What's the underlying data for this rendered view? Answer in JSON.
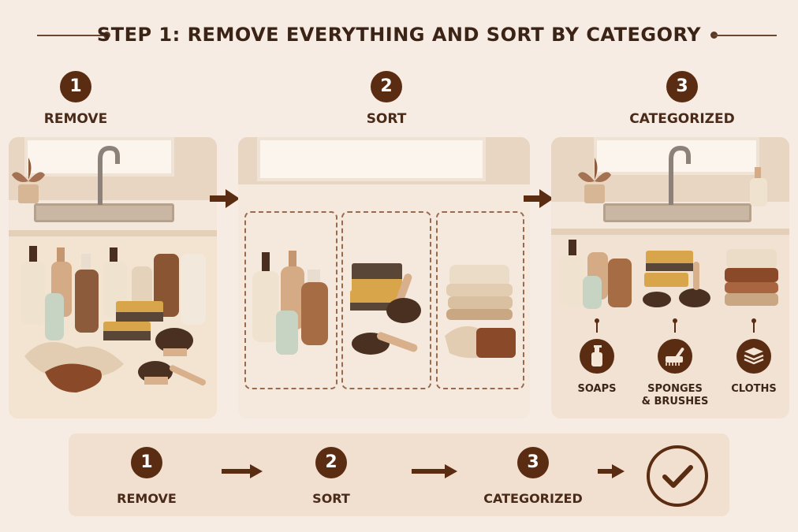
{
  "title": "STEP 1: REMOVE EVERYTHING AND SORT BY CATEGORY",
  "steps": [
    {
      "number": "1",
      "label": "REMOVE"
    },
    {
      "number": "2",
      "label": "SORT"
    },
    {
      "number": "3",
      "label": "CATEGORIZED"
    }
  ],
  "categories": [
    {
      "icon": "soap-bottle-icon",
      "label": "SOAPS"
    },
    {
      "icon": "brush-icon",
      "label": "SPONGES\n& BRUSHES"
    },
    {
      "icon": "stacked-cloths-icon",
      "label": "CLOTHS"
    }
  ],
  "summary": [
    {
      "number": "1",
      "label": "REMOVE"
    },
    {
      "number": "2",
      "label": "SORT"
    },
    {
      "number": "3",
      "label": "CATEGORIZED"
    }
  ],
  "summary_final_icon": "checkmark-icon",
  "colors": {
    "accent": "#5a2c12",
    "background": "#f6ece3",
    "panel": "#f1e2d3"
  }
}
